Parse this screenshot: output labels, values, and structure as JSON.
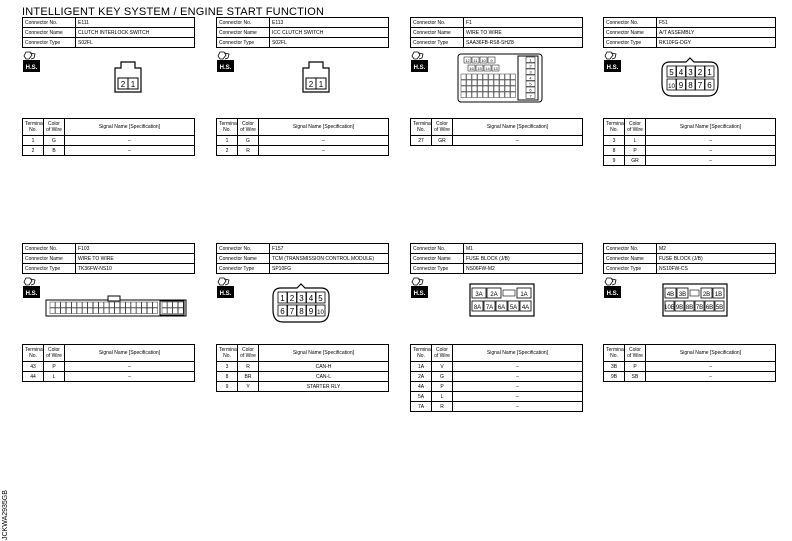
{
  "title": "INTELLIGENT KEY SYSTEM / ENGINE START FUNCTION",
  "side_code": "JCKWA2935GB",
  "labels": {
    "connector_no": "Connector No.",
    "connector_name": "Connector Name",
    "connector_type": "Connector Type",
    "terminal_no": "Terminal No.",
    "color_of_wire": "Color of Wire",
    "signal_name": "Signal Name [Specification]",
    "hs": "H.S."
  },
  "connectors": [
    {
      "no": "E111",
      "name": "CLUTCH INTERLOCK SWITCH",
      "type": "S02FL",
      "pins": [
        [
          "1",
          "G",
          "–"
        ],
        [
          "2",
          "B",
          "–"
        ]
      ]
    },
    {
      "no": "E113",
      "name": "ICC CLUTCH SWITCH",
      "type": "S02FL",
      "pins": [
        [
          "1",
          "G",
          "–"
        ],
        [
          "2",
          "R",
          "–"
        ]
      ]
    },
    {
      "no": "F1",
      "name": "WIRE TO WIRE",
      "type": "SAA36FB-RS8-SHZ8",
      "pins": [
        [
          "27",
          "GR",
          "–"
        ]
      ]
    },
    {
      "no": "F51",
      "name": "A/T ASSEMBLY",
      "type": "RK10FG-DGY",
      "pins": [
        [
          "3",
          "L",
          "–"
        ],
        [
          "8",
          "P",
          "–"
        ],
        [
          "9",
          "GR",
          "–"
        ]
      ]
    },
    {
      "no": "F103",
      "name": "WIRE TO WIRE",
      "type": "TK36FW-NS10",
      "pins": [
        [
          "43",
          "P",
          "–"
        ],
        [
          "44",
          "L",
          "–"
        ]
      ]
    },
    {
      "no": "F157",
      "name": "TCM (TRANSMISSION CONTROL MODULE)",
      "type": "SP10FG",
      "pins": [
        [
          "3",
          "R",
          "CAN-H"
        ],
        [
          "8",
          "BR",
          "CAN-L"
        ],
        [
          "9",
          "Y",
          "STARTER RLY"
        ]
      ]
    },
    {
      "no": "M1",
      "name": "FUSE BLOCK (J/B)",
      "type": "NS06FW-M2",
      "pins": [
        [
          "1A",
          "V",
          "–"
        ],
        [
          "2A",
          "G",
          "–"
        ],
        [
          "4A",
          "P",
          "–"
        ],
        [
          "5A",
          "L",
          "–"
        ],
        [
          "7A",
          "R",
          "–"
        ]
      ]
    },
    {
      "no": "M2",
      "name": "FUSE BLOCK (J/B)",
      "type": "NS10FW-CS",
      "pins": [
        [
          "3B",
          "P",
          "–"
        ],
        [
          "9B",
          "SB",
          "–"
        ]
      ]
    }
  ],
  "face_labels": {
    "e111": [
      "2",
      "1"
    ],
    "e113": [
      "2",
      "1"
    ],
    "f1_top": [
      "12",
      "11",
      "10",
      "9"
    ],
    "f1_mid": [
      "16",
      "15",
      "14",
      "13"
    ],
    "f1_side": [
      "1",
      "2",
      "3",
      "4",
      "5",
      "6",
      "7"
    ],
    "f51_top": [
      "5",
      "4",
      "3",
      "2",
      "1"
    ],
    "f51_bot": [
      "10",
      "9",
      "8",
      "7",
      "6"
    ],
    "f157_top": [
      "1",
      "2",
      "3",
      "4",
      "5"
    ],
    "f157_bot": [
      "6",
      "7",
      "8",
      "9",
      "10"
    ],
    "m1_top": [
      "3A",
      "2A",
      "1A"
    ],
    "m1_bot": [
      "8A",
      "7A",
      "6A",
      "5A",
      "4A"
    ],
    "m2_top": [
      "4B",
      "3B",
      "2B",
      "1B"
    ],
    "m2_bot": [
      "10B",
      "9B",
      "8B",
      "7B",
      "6B",
      "5B"
    ]
  }
}
